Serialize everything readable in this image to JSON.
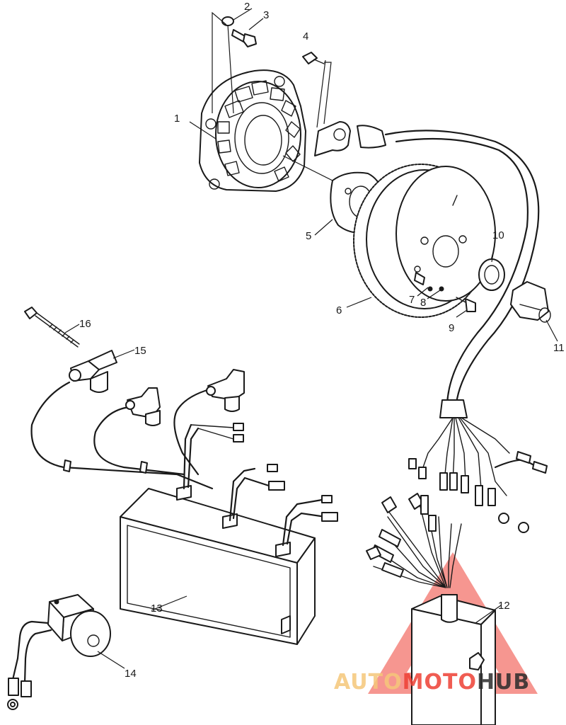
{
  "callouts": [
    {
      "id": "1",
      "label": "1"
    },
    {
      "id": "2",
      "label": "2"
    },
    {
      "id": "3",
      "label": "3"
    },
    {
      "id": "4",
      "label": "4"
    },
    {
      "id": "5",
      "label": "5"
    },
    {
      "id": "6",
      "label": "6"
    },
    {
      "id": "7",
      "label": "7"
    },
    {
      "id": "8",
      "label": "8"
    },
    {
      "id": "9",
      "label": "9"
    },
    {
      "id": "10",
      "label": "10"
    },
    {
      "id": "11",
      "label": "11"
    },
    {
      "id": "12",
      "label": "12"
    },
    {
      "id": "13",
      "label": "13"
    },
    {
      "id": "14",
      "label": "14"
    },
    {
      "id": "15",
      "label": "15"
    },
    {
      "id": "16",
      "label": "16"
    }
  ],
  "watermark": {
    "part1": "AUTO",
    "part2": "MOTO",
    "part3": "HUB",
    "color_light": "#f5c77a",
    "color_red": "#ee4035",
    "color_dark": "#2b2b2b"
  },
  "colors": {
    "line": "#1a1a1a",
    "background": "#ffffff"
  }
}
